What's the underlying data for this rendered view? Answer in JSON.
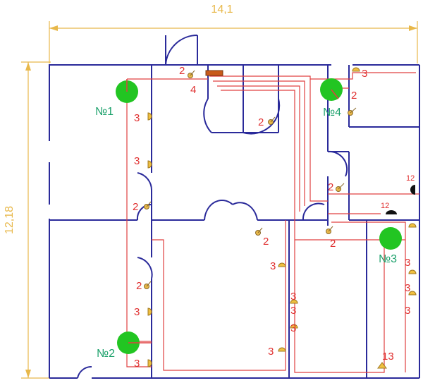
{
  "dimensions": {
    "width": "14,1",
    "height": "12,18"
  },
  "rooms": [
    {
      "id": "room-1",
      "label": "№1"
    },
    {
      "id": "room-2",
      "label": "№2"
    },
    {
      "id": "room-3",
      "label": "№3"
    },
    {
      "id": "room-4",
      "label": "№4"
    }
  ],
  "labels": {
    "n2": "2",
    "n3": "3",
    "n4": "4",
    "n12": "12",
    "n13": "13"
  },
  "colors": {
    "wall": "#2a2a9a",
    "wire": "#e04040",
    "dimension": "#e8b84a",
    "room_marker": "#22c522",
    "room_text": "#1aa06a",
    "numbers": "#e03030"
  }
}
